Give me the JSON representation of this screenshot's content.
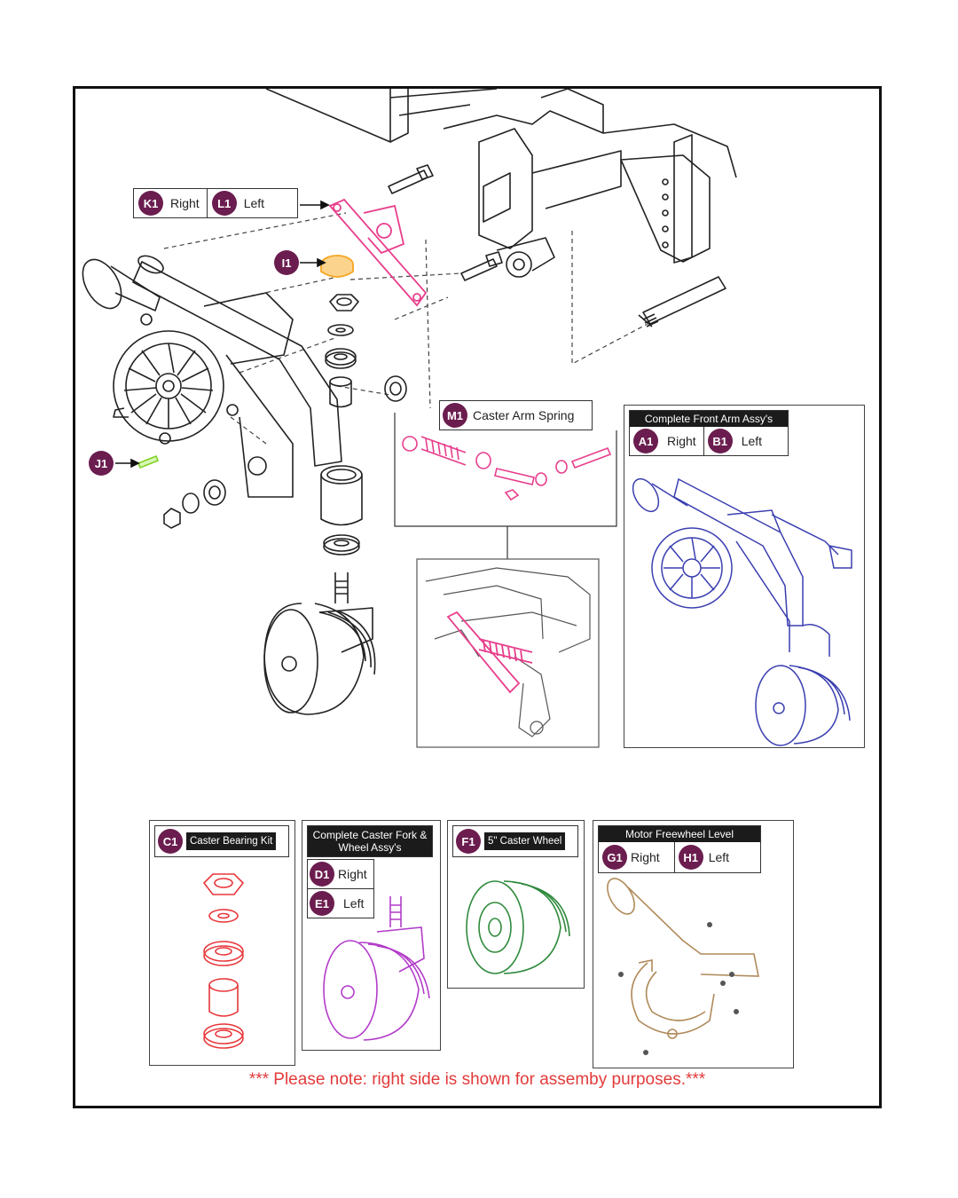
{
  "colors": {
    "badge": "#6b1d4f",
    "arm_bracket": "#e83e8c",
    "cap": "#f5a623",
    "pin": "#7ed321",
    "front_arm_assy": "#3a3fb0",
    "bearing_kit": "#e8363a",
    "caster_fork": "#b23cc9",
    "caster_wheel": "#2f8a3c",
    "freewheel_lever": "#b08a5a",
    "note_text": "#e23b3b"
  },
  "callouts": {
    "k1": {
      "code": "K1",
      "label": "Right"
    },
    "l1": {
      "code": "L1",
      "label": "Left"
    },
    "i1": {
      "code": "I1"
    },
    "j1": {
      "code": "J1"
    },
    "m1": {
      "code": "M1",
      "label": "Caster Arm Spring"
    }
  },
  "panels": {
    "front_arm": {
      "title": "Complete Front Arm Assy's",
      "a1": {
        "code": "A1",
        "label": "Right"
      },
      "b1": {
        "code": "B1",
        "label": "Left"
      }
    },
    "bearing_kit": {
      "code": "C1",
      "title": "Caster Bearing Kit"
    },
    "caster_fork": {
      "title": "Complete Caster Fork & Wheel Assy's",
      "d1": {
        "code": "D1",
        "label": "Right"
      },
      "e1": {
        "code": "E1",
        "label": "Left"
      }
    },
    "caster_wheel": {
      "code": "F1",
      "title": "5\" Caster Wheel"
    },
    "freewheel": {
      "title": "Motor Freewheel Level",
      "g1": {
        "code": "G1",
        "label": "Right"
      },
      "h1": {
        "code": "H1",
        "label": "Left"
      }
    }
  },
  "note": "*** Please note: right side is shown for assemby purposes.***"
}
